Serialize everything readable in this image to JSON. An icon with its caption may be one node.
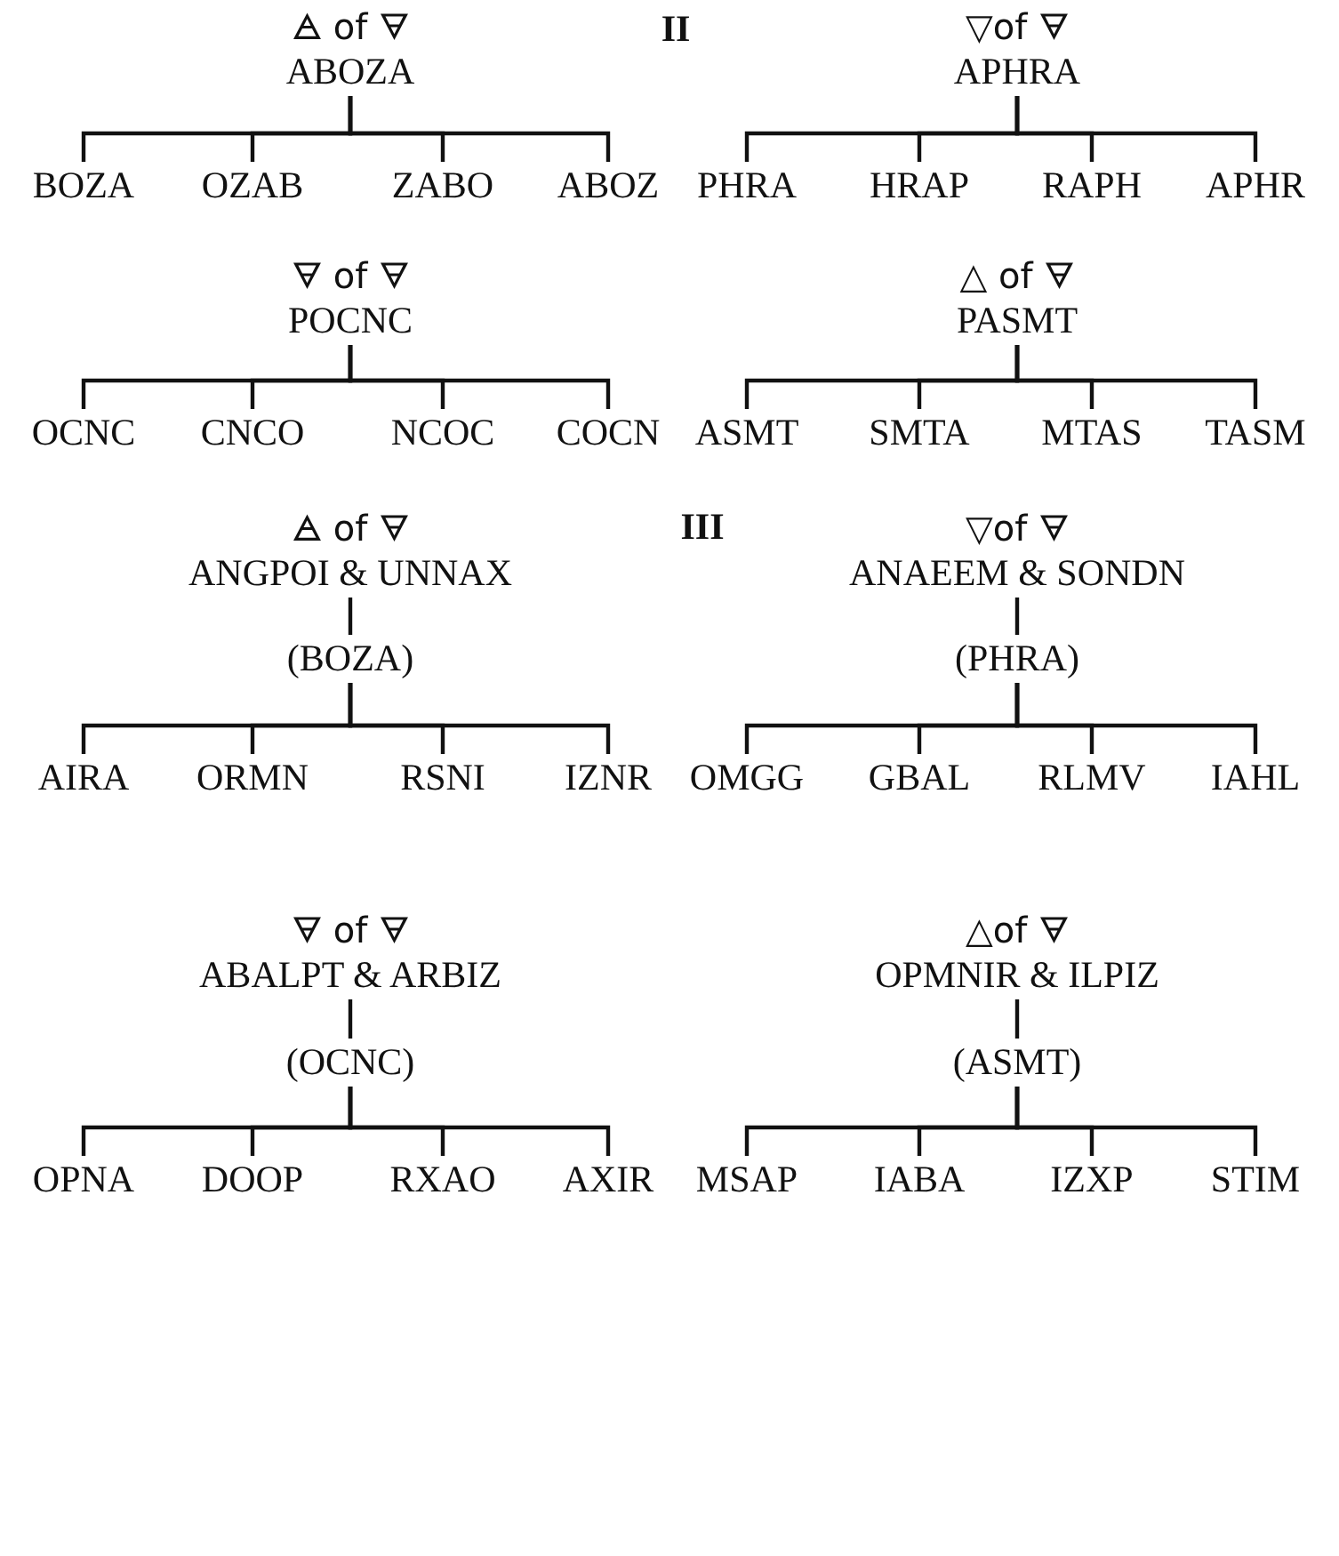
{
  "diagram": {
    "nodes": [
      {
        "text": [
          "🜁 of 🜃",
          "ABOZA"
        ]
      },
      {
        "text": [
          "BOZA"
        ]
      },
      {
        "text": [
          "OZAB"
        ]
      },
      {
        "text": [
          "ZABO"
        ]
      },
      {
        "text": [
          "ABOZ"
        ]
      },
      {
        "text": [
          "▽of 🜃",
          "APHRA"
        ]
      },
      {
        "text": [
          "PHRA"
        ]
      },
      {
        "text": [
          "HRAP"
        ]
      },
      {
        "text": [
          "RAPH"
        ]
      },
      {
        "text": [
          "APHR"
        ]
      },
      {
        "text": [
          "🜃 of 🜃",
          "POCNC"
        ]
      },
      {
        "text": [
          "OCNC"
        ]
      },
      {
        "text": [
          "CNCO"
        ]
      },
      {
        "text": [
          "NCOC"
        ]
      },
      {
        "text": [
          "COCN"
        ]
      },
      {
        "text": [
          "△ of 🜃",
          "PASMT"
        ]
      },
      {
        "text": [
          "ASMT"
        ]
      },
      {
        "text": [
          "SMTA"
        ]
      },
      {
        "text": [
          "MTAS"
        ]
      },
      {
        "text": [
          "TASM"
        ]
      },
      {
        "text": [
          "🜁 of 🜃",
          "ANGPOI & UNNAX"
        ]
      },
      {
        "text": [
          "(BOZA)"
        ]
      },
      {
        "text": [
          "AIRA"
        ]
      },
      {
        "text": [
          "ORMN"
        ]
      },
      {
        "text": [
          "RSNI"
        ]
      },
      {
        "text": [
          "IZNR"
        ]
      },
      {
        "text": [
          "▽of 🜃",
          "ANAEEM & SONDN"
        ]
      },
      {
        "text": [
          "(PHRA)"
        ]
      },
      {
        "text": [
          "OMGG"
        ]
      },
      {
        "text": [
          "GBAL"
        ]
      },
      {
        "text": [
          "RLMV"
        ]
      },
      {
        "text": [
          "IAHL"
        ]
      },
      {
        "text": [
          "🜃 of 🜃",
          "ABALPT & ARBIZ"
        ]
      },
      {
        "text": [
          "(OCNC)"
        ]
      },
      {
        "text": [
          "OPNA"
        ]
      },
      {
        "text": [
          "DOOP"
        ]
      },
      {
        "text": [
          "RXAO"
        ]
      },
      {
        "text": [
          "AXIR"
        ]
      },
      {
        "text": [
          "△of 🜃",
          "OPMNIR & ILPIZ"
        ]
      },
      {
        "text": [
          "(ASMT)"
        ]
      },
      {
        "text": [
          "MSAP"
        ]
      },
      {
        "text": [
          "IABA"
        ]
      },
      {
        "text": [
          "IZXP"
        ]
      },
      {
        "text": [
          "STIM"
        ]
      }
    ],
    "edges": [
      {
        "from": 0,
        "to": 1,
        "arrow": "none"
      },
      {
        "from": 0,
        "to": 2,
        "arrow": "none"
      },
      {
        "from": 0,
        "to": 3,
        "arrow": "none"
      },
      {
        "from": 0,
        "to": 4,
        "arrow": "none"
      },
      {
        "from": 5,
        "to": 6,
        "arrow": "none"
      },
      {
        "from": 5,
        "to": 7,
        "arrow": "none"
      },
      {
        "from": 5,
        "to": 8,
        "arrow": "none"
      },
      {
        "from": 5,
        "to": 9,
        "arrow": "none"
      },
      {
        "from": 10,
        "to": 11,
        "arrow": "none"
      },
      {
        "from": 10,
        "to": 12,
        "arrow": "none"
      },
      {
        "from": 10,
        "to": 13,
        "arrow": "none"
      },
      {
        "from": 10,
        "to": 14,
        "arrow": "none"
      },
      {
        "from": 15,
        "to": 16,
        "arrow": "none"
      },
      {
        "from": 15,
        "to": 17,
        "arrow": "none"
      },
      {
        "from": 15,
        "to": 18,
        "arrow": "none"
      },
      {
        "from": 15,
        "to": 19,
        "arrow": "none"
      },
      {
        "from": 20,
        "to": 21,
        "arrow": "none"
      },
      {
        "from": 21,
        "to": 22,
        "arrow": "none"
      },
      {
        "from": 21,
        "to": 23,
        "arrow": "none"
      },
      {
        "from": 21,
        "to": 24,
        "arrow": "none"
      },
      {
        "from": 21,
        "to": 25,
        "arrow": "none"
      },
      {
        "from": 26,
        "to": 27,
        "arrow": "none"
      },
      {
        "from": 27,
        "to": 28,
        "arrow": "none"
      },
      {
        "from": 27,
        "to": 29,
        "arrow": "none"
      },
      {
        "from": 27,
        "to": 30,
        "arrow": "none"
      },
      {
        "from": 27,
        "to": 31,
        "arrow": "none"
      },
      {
        "from": 32,
        "to": 33,
        "arrow": "none"
      },
      {
        "from": 33,
        "to": 34,
        "arrow": "none"
      },
      {
        "from": 33,
        "to": 35,
        "arrow": "none"
      },
      {
        "from": 33,
        "to": 36,
        "arrow": "none"
      },
      {
        "from": 33,
        "to": 37,
        "arrow": "none"
      },
      {
        "from": 38,
        "to": 39,
        "arrow": "none"
      },
      {
        "from": 39,
        "to": 40,
        "arrow": "none"
      },
      {
        "from": 39,
        "to": 41,
        "arrow": "none"
      },
      {
        "from": 39,
        "to": 42,
        "arrow": "none"
      },
      {
        "from": 39,
        "to": 43,
        "arrow": "none"
      }
    ],
    "labels": [
      "II",
      "III"
    ]
  }
}
